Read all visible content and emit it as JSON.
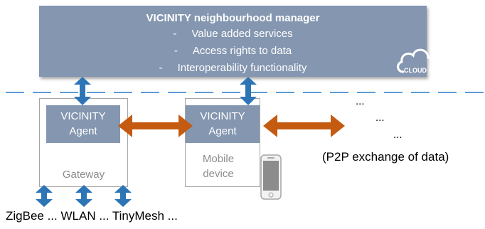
{
  "manager": {
    "title": "VICINITY neighbourhood manager",
    "bullet": "-",
    "items": [
      "Value added services",
      "Access rights to data",
      "Interoperability functionality"
    ]
  },
  "cloud_label": "CLOUD",
  "gateway": {
    "agent_line1": "VICINITY",
    "agent_line2": "Agent",
    "label": "Gateway"
  },
  "mobile": {
    "agent_line1": "VICINITY",
    "agent_line2": "Agent",
    "label_line1": "Mobile",
    "label_line2": "device"
  },
  "ellipsis": [
    "...",
    "...",
    "..."
  ],
  "p2p_label": "(P2P exchange of data)",
  "protocols_label": "ZigBee ... WLAN ... TinyMesh ...",
  "colors": {
    "box_fill": "#8496b0",
    "orange_arrow": "#c55a11",
    "blue_arrow": "#2e75b6",
    "dashed_line": "#5b9bd5",
    "cloud_stroke": "#ffffff"
  }
}
